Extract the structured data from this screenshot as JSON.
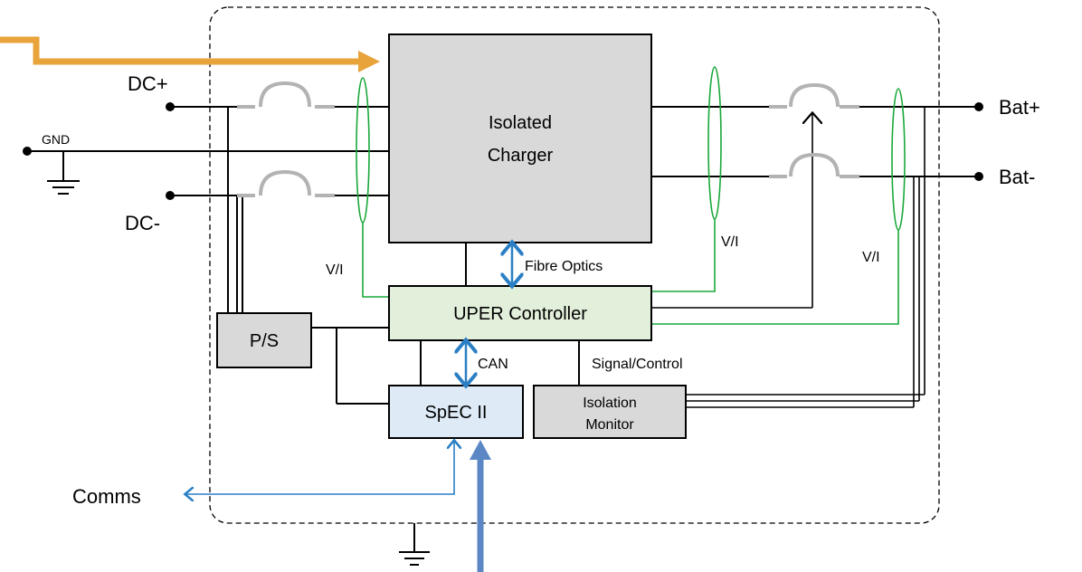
{
  "terminals": {
    "dc_plus": "DC+",
    "dc_minus": "DC-",
    "gnd": "GND",
    "bat_plus": "Bat+",
    "bat_minus": "Bat-",
    "comms": "Comms"
  },
  "blocks": {
    "charger_line1": "Isolated",
    "charger_line2": "Charger",
    "controller": "UPER Controller",
    "power_supply": "P/S",
    "spec": "SpEC II",
    "isolation_line1": "Isolation",
    "isolation_line2": "Monitor"
  },
  "links": {
    "fibre_optics": "Fibre Optics",
    "can": "CAN",
    "signal_control": "Signal/Control",
    "vi_left": "V/I",
    "vi_mid": "V/I",
    "vi_right": "V/I"
  },
  "colors": {
    "charger_fill": "#d9d9d9",
    "controller_fill": "#e2efda",
    "spec_fill": "#deebf7",
    "ps_fill": "#d9d9d9",
    "isolation_fill": "#d9d9d9",
    "sensor_green": "#1aa83a",
    "comm_blue": "#2a7fc4",
    "input_arrow_orange": "#e8a33a",
    "input_arrow_blue": "#5b87c5",
    "fuse_gray": "#b3b3b3"
  }
}
